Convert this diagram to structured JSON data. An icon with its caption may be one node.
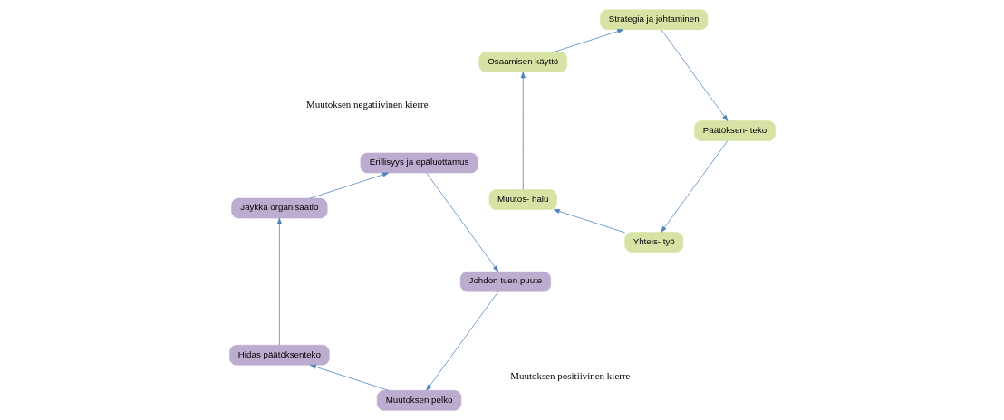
{
  "diagram": {
    "nodes": [
      {
        "text": [
          "Yhteis- työ"
        ]
      },
      {
        "text": [
          "Muutos- halu"
        ]
      },
      {
        "text": [
          "Osaamisen käyttö"
        ]
      },
      {
        "text": [
          "Strategia ja johtaminen"
        ]
      },
      {
        "text": [
          "Päätöksen- teko"
        ]
      },
      {
        "text": [
          "Muutoksen pelko"
        ]
      },
      {
        "text": [
          "Hidas päätöksenteko"
        ]
      },
      {
        "text": [
          "Jäykkä organisaatio"
        ]
      },
      {
        "text": [
          "Erillisyys ja epäluottamus"
        ]
      },
      {
        "text": [
          "Johdon tuen puute"
        ]
      }
    ],
    "edges": [
      {
        "from": 0,
        "to": 1,
        "arrow": "to"
      },
      {
        "from": 1,
        "to": 2,
        "arrow": "to"
      },
      {
        "from": 2,
        "to": 3,
        "arrow": "to"
      },
      {
        "from": 3,
        "to": 4,
        "arrow": "to"
      },
      {
        "from": 4,
        "to": 0,
        "arrow": "to"
      },
      {
        "from": 5,
        "to": 6,
        "arrow": "to"
      },
      {
        "from": 6,
        "to": 7,
        "arrow": "to"
      },
      {
        "from": 7,
        "to": 8,
        "arrow": "to"
      },
      {
        "from": 8,
        "to": 9,
        "arrow": "to"
      },
      {
        "from": 9,
        "to": 5,
        "arrow": "to"
      }
    ],
    "labels": [
      "Muutoksen positiivinen kierre",
      "Muutoksen negatiivinen kierre"
    ]
  }
}
